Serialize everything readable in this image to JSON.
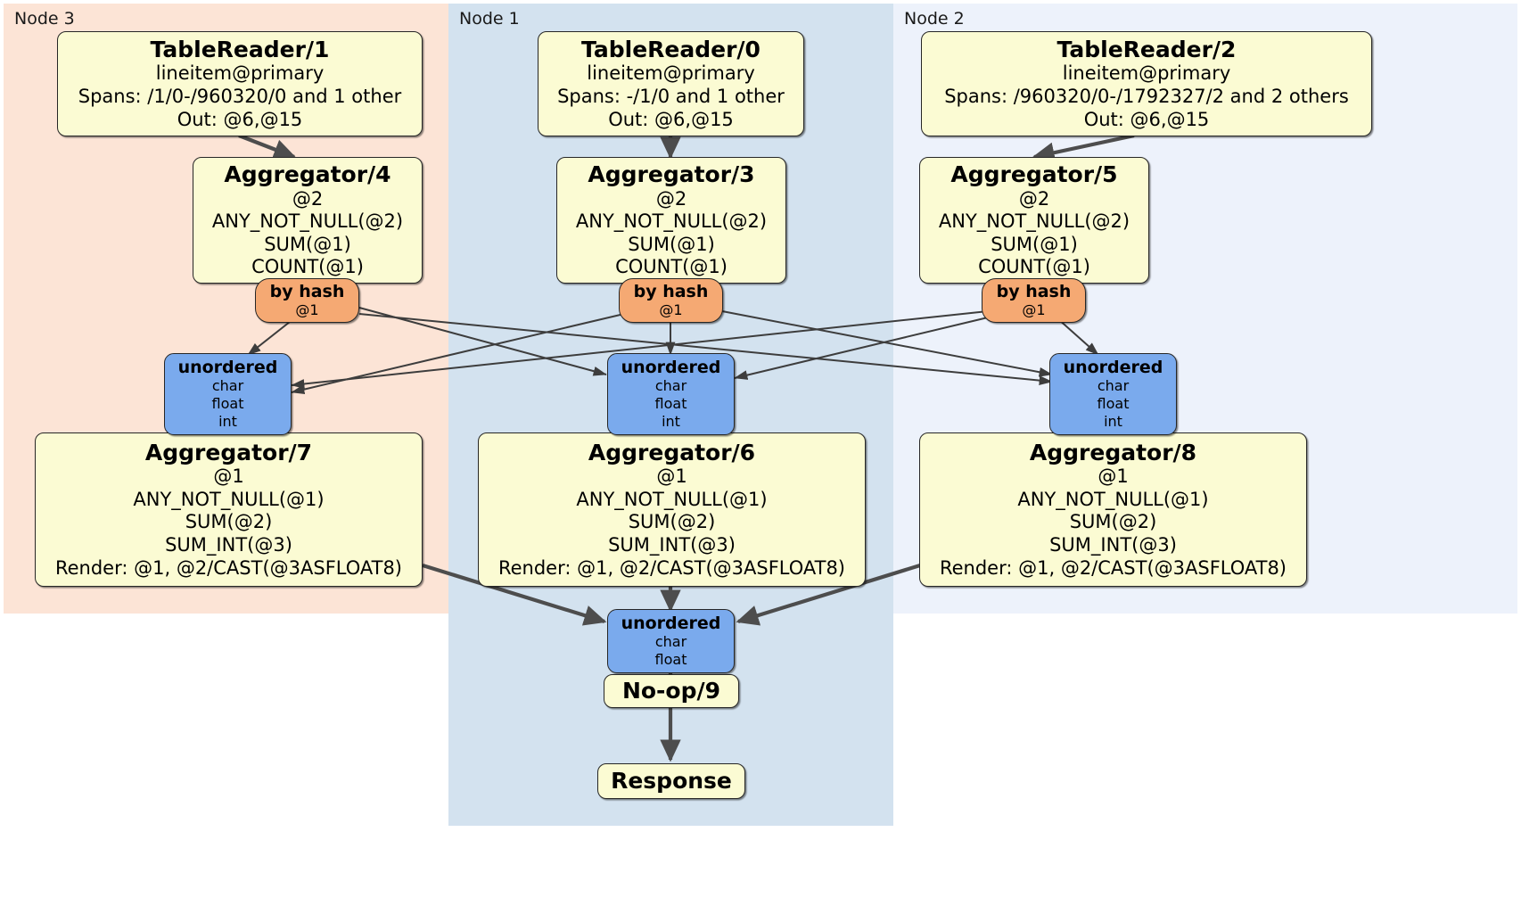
{
  "diagram": {
    "type": "distributed-query-execution-plan",
    "title": "",
    "colors": {
      "node3_panel": "#fce4d6",
      "node1_panel": "#d3e2ef",
      "node2_panel": "#edf2fb",
      "processor_fill": "#fbfbd3",
      "router_fill": "#f5a973",
      "synchronizer_fill": "#7aaaed",
      "stroke": "#262626",
      "edge": "#4d4d4d"
    }
  },
  "panels": [
    {
      "id": "node3",
      "label": "Node 3"
    },
    {
      "id": "node1",
      "label": "Node 1"
    },
    {
      "id": "node2",
      "label": "Node 2"
    }
  ],
  "readers": {
    "tr1": {
      "title": "TableReader/1",
      "table": "lineitem@primary",
      "spans": "Spans: /1/0-/960320/0 and 1 other",
      "out": "Out: @6,@15"
    },
    "tr0": {
      "title": "TableReader/0",
      "table": "lineitem@primary",
      "spans": "Spans: -/1/0 and 1 other",
      "out": "Out: @6,@15"
    },
    "tr2": {
      "title": "TableReader/2",
      "table": "lineitem@primary",
      "spans": "Spans: /960320/0-/1792327/2 and 2 others",
      "out": "Out: @6,@15"
    }
  },
  "stage1_aggregators": {
    "agg4": {
      "title": "Aggregator/4",
      "group": "@2",
      "fn1": "ANY_NOT_NULL(@2)",
      "fn2": "SUM(@1)",
      "fn3": "COUNT(@1)"
    },
    "agg3": {
      "title": "Aggregator/3",
      "group": "@2",
      "fn1": "ANY_NOT_NULL(@2)",
      "fn2": "SUM(@1)",
      "fn3": "COUNT(@1)"
    },
    "agg5": {
      "title": "Aggregator/5",
      "group": "@2",
      "fn1": "ANY_NOT_NULL(@2)",
      "fn2": "SUM(@1)",
      "fn3": "COUNT(@1)"
    }
  },
  "routers": {
    "hash_left": {
      "title": "by hash",
      "key": "@1"
    },
    "hash_center": {
      "title": "by hash",
      "key": "@1"
    },
    "hash_right": {
      "title": "by hash",
      "key": "@1"
    }
  },
  "synchronizers": {
    "sync_left": {
      "title": "unordered",
      "types": [
        "char",
        "float",
        "int"
      ]
    },
    "sync_center": {
      "title": "unordered",
      "types": [
        "char",
        "float",
        "int"
      ]
    },
    "sync_right": {
      "title": "unordered",
      "types": [
        "char",
        "float",
        "int"
      ]
    },
    "sync_final": {
      "title": "unordered",
      "types": [
        "char",
        "float"
      ]
    }
  },
  "stage2_aggregators": {
    "agg7": {
      "title": "Aggregator/7",
      "group": "@1",
      "fn1": "ANY_NOT_NULL(@1)",
      "fn2": "SUM(@2)",
      "fn3": "SUM_INT(@3)",
      "render": "Render: @1, @2/CAST(@3ASFLOAT8)"
    },
    "agg6": {
      "title": "Aggregator/6",
      "group": "@1",
      "fn1": "ANY_NOT_NULL(@1)",
      "fn2": "SUM(@2)",
      "fn3": "SUM_INT(@3)",
      "render": "Render: @1, @2/CAST(@3ASFLOAT8)"
    },
    "agg8": {
      "title": "Aggregator/8",
      "group": "@1",
      "fn1": "ANY_NOT_NULL(@1)",
      "fn2": "SUM(@2)",
      "fn3": "SUM_INT(@3)",
      "render": "Render: @1, @2/CAST(@3ASFLOAT8)"
    }
  },
  "terminal": {
    "noop": {
      "title": "No-op/9"
    },
    "response": {
      "title": "Response"
    }
  }
}
